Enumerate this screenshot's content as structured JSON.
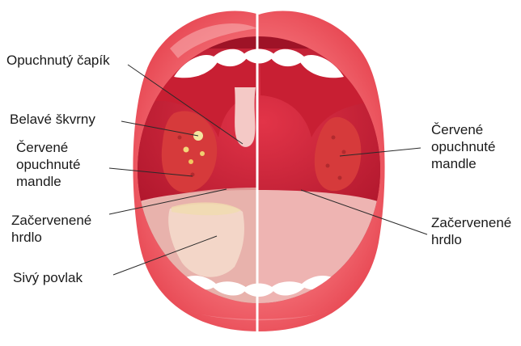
{
  "labels": {
    "left": {
      "swollen_uvula": "Opuchnutý čapík",
      "whitish_spots": "Belavé škvrny",
      "red_swollen_tonsils": [
        "Červené",
        "opuchnuté",
        "mandle"
      ],
      "reddened_throat": [
        "Začervenené",
        "hrdlo"
      ],
      "gray_coating": "Sivý povlak"
    },
    "right": {
      "red_swollen_tonsils": [
        "Červené",
        "opuchnuté",
        "mandle"
      ],
      "reddened_throat": [
        "Začervenené",
        "hrdlo"
      ]
    }
  },
  "colors": {
    "lip": "#f05a63",
    "lip_highlight": "#f7a3a6",
    "mouth_inner": "#b4182d",
    "throat": "#d32a3c",
    "tonsil": "#e0403f",
    "tongue": "#f0b6b4",
    "tongue_left": "#e7b3ab",
    "gray_coating": "#f2d5c6",
    "teeth": "#ffffff",
    "leader_line": "#2a2a2a"
  }
}
